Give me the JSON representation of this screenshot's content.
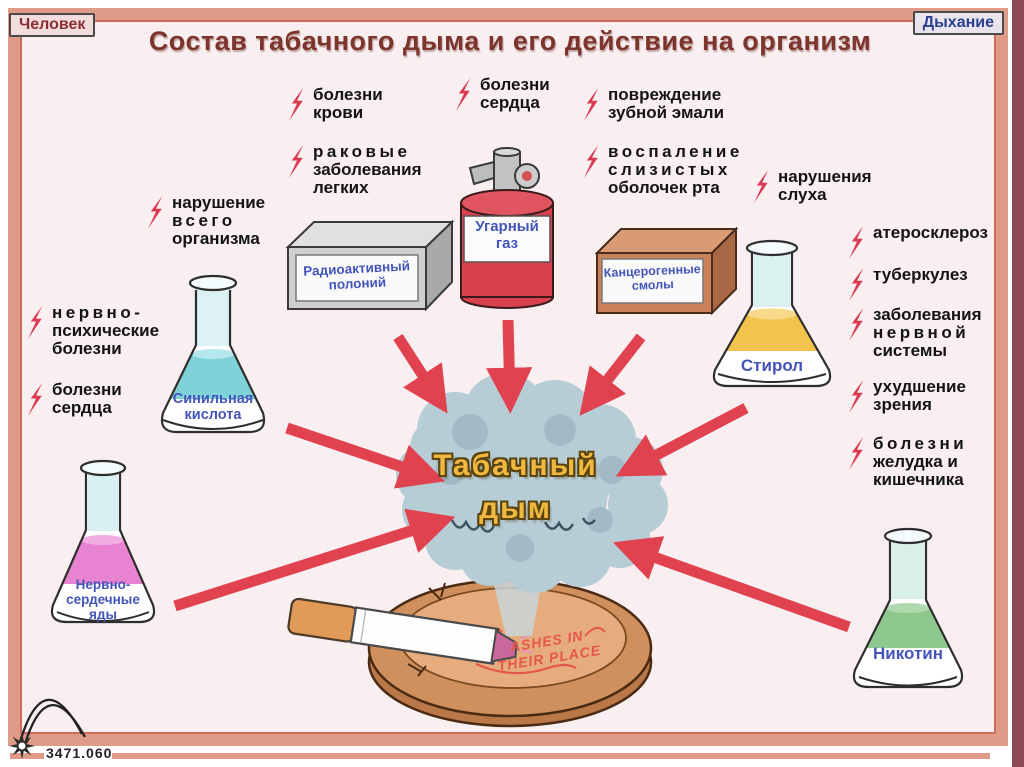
{
  "poster": {
    "corner_tag_left": "Человек",
    "corner_tag_right": "Дыхание",
    "title": "Состав табачного дыма и его действие на организм",
    "catalog_number": "3471.060"
  },
  "smoke_cloud": {
    "word1": "Табачный",
    "word2": "дым"
  },
  "ashtray": {
    "stamp_line1": "ASHES IN",
    "stamp_line2": "THEIR PLACE"
  },
  "containers": {
    "hydrocyanic": {
      "label_lines": [
        "Синильная",
        "кислота"
      ],
      "liquid_color": "#7ed2d8"
    },
    "nerve_poisons": {
      "label_lines": [
        "Нервно-",
        "сердечные",
        "яды"
      ],
      "liquid_color": "#e883d2"
    },
    "styrene": {
      "label": "Стирол",
      "liquid_color": "#f2c34d"
    },
    "nicotine": {
      "label": "Никотин",
      "liquid_color": "#8fc88e"
    },
    "polonium": {
      "label_lines": [
        "Радиоактивный",
        "полоний"
      ]
    },
    "carbon_monoxide": {
      "label_lines": [
        "Угарный",
        "газ"
      ],
      "body_color": "#d9414f"
    },
    "tars": {
      "label_lines": [
        "Канцерогенные",
        "смолы"
      ]
    }
  },
  "effects": {
    "blood": {
      "lines": [
        "болезни",
        "крови"
      ]
    },
    "lung_cancer": {
      "lines": [
        "раковые",
        "заболевания",
        "легких"
      ]
    },
    "heart_top": {
      "lines": [
        "болезни",
        "сердца"
      ]
    },
    "tooth_enamel": {
      "lines": [
        "повреждение",
        "зубной эмали"
      ]
    },
    "mouth_mucosa": {
      "lines": [
        "воспаление",
        "слизистых",
        "оболочек рта"
      ]
    },
    "hearing": {
      "lines": [
        "нарушения",
        "слуха"
      ]
    },
    "whole_organism": {
      "lines": [
        "нарушение",
        "всего",
        "организма"
      ]
    },
    "neuro_psychic": {
      "lines": [
        "нервно-",
        "психические",
        "болезни"
      ]
    },
    "heart_left": {
      "lines": [
        "болезни",
        "сердца"
      ]
    },
    "atherosclerosis": {
      "lines": [
        "атеросклероз"
      ]
    },
    "tuberculosis": {
      "lines": [
        "туберкулез"
      ]
    },
    "nervous_system": {
      "lines": [
        "заболевания",
        "нервной",
        "системы"
      ]
    },
    "vision": {
      "lines": [
        "ухудшение",
        "зрения"
      ]
    },
    "stomach": {
      "lines": [
        "болезни",
        "желудка и",
        "кишечника"
      ]
    }
  },
  "colors": {
    "bolt": "#d93a52",
    "arrow": "#e0424f",
    "cloud": "#b7cdd6",
    "cloud_shadow": "#a2bac6",
    "gold": "#f0b83e",
    "gold_outline": "#5a4512",
    "blue_label": "#4355b9",
    "title": "#7d342d",
    "frame": "#e09a88",
    "right_edge": "#8c4a55",
    "background": "#f9eef0",
    "ashtray": "#d0905e",
    "ashtray_inner": "#e7ac7d",
    "stamp": "#e4574d"
  }
}
